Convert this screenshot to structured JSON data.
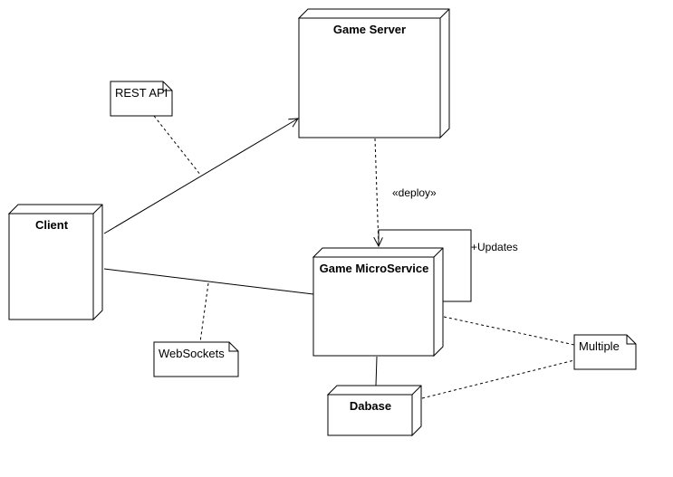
{
  "nodes": {
    "game_server": {
      "title": "Game Server"
    },
    "client": {
      "title": "Client"
    },
    "game_microservice": {
      "title": "Game MicroService"
    },
    "database": {
      "title": "Dabase"
    }
  },
  "notes": {
    "rest_api": "REST API",
    "websockets": "WebSockets",
    "multiple": "Multiple"
  },
  "edge_labels": {
    "deploy": "«deploy»",
    "updates": "+Updates"
  },
  "colors": {
    "stroke": "#000000",
    "background": "#ffffff"
  }
}
